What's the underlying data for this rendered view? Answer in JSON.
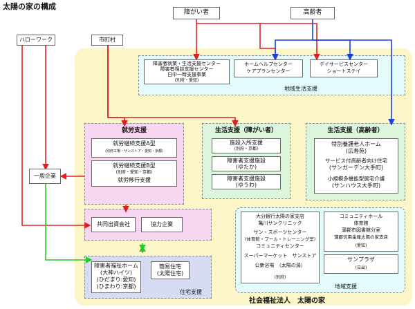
{
  "header": {
    "title": "太陽の家の構成"
  },
  "top_boxes": {
    "disabled": "障がい者",
    "elderly": "高齢者",
    "hello_work": "ハローワーク",
    "municipality": "市町村"
  },
  "regional_life_support": {
    "center1": "障害者就業・生活支援センター",
    "center2": "障害者相談支援センター",
    "center3": "日中一時支援事業",
    "center3_note": "(別府・愛知)",
    "home_help": "ホームヘルプセンター",
    "care_plan": "ケアプランセンター",
    "day_service": "デイサービスセンター",
    "short_stay": "ショートステイ",
    "label": "地域生活支援"
  },
  "employment_support": {
    "title": "就労支援",
    "typeA": "就労継続支援A型",
    "typeA_note": "(別府工場・サンストア・愛知・京都)",
    "typeB": "就労継続支援B型",
    "typeB_note": "(別府・愛知・京都)",
    "transition": "就労移行支援"
  },
  "life_support_disabled": {
    "title": "生活支援（障がい者）",
    "item1": "施設入所支援",
    "item1_note": "(別府・京都)",
    "item2": "障害者支援施設",
    "item2_note": "(ゆたか)",
    "item3": "障害者支援施設",
    "item3_note": "(ゆうわ)"
  },
  "life_support_elderly": {
    "title": "生活支援（高齢者）",
    "item1": "特別養護老人ホーム",
    "item1_note": "(広寿苑)",
    "item2": "サービス付高齢者向け住宅",
    "item2_note": "(サンガーデン大手町)",
    "item3": "小規模多機能型居宅介護",
    "item3_note": "(サンハウス大手町)"
  },
  "general_company": "一般企業",
  "joint_ventures": {
    "joint": "共同出資会社",
    "cooperating": "協力企業"
  },
  "housing_support": {
    "home1": "障害者福祉ホーム",
    "home1_note1": "(大神ハイツ)",
    "home1_note2": "(ひだまり:愛知)",
    "home1_note3": "(ひまわり:京都)",
    "home2": "簡易住宅",
    "home2_note": "(太陽住宅)",
    "label": "住宅支援"
  },
  "regional_support": {
    "left1": "大分銀行太陽の家支店",
    "left2": "亀川サンクリニック",
    "left3": "サン・スポーツセンター",
    "left4": "(体育館・プール・トレーニング室)",
    "left5": "コミュニティセンター",
    "left6": "スーパーマーケット　サンストア",
    "left7": "公衆浴場　（太陽の湯）",
    "left7_note": "(別府)",
    "right1": "コミュニティホール",
    "right2": "体育館",
    "right3": "蒲郡市図書館分室",
    "right4": "蒲郡信用金庫太陽の家支店",
    "right4_note": "(愛知)",
    "right5": "サンプラザ",
    "right5_note": "(日出)",
    "label": "地域支援"
  },
  "footer": {
    "org": "社会福祉法人　太陽の家"
  },
  "colors": {
    "red": "#e02020",
    "blue": "#1a3fe0",
    "green": "#22cc22",
    "yellow_bg": "#fdf6c8",
    "cyan_bg": "#e4fbfb",
    "pink_bg": "#f7d6f2",
    "green_bg": "#dcf6dc",
    "lavender_bg": "#d8dcf3"
  }
}
